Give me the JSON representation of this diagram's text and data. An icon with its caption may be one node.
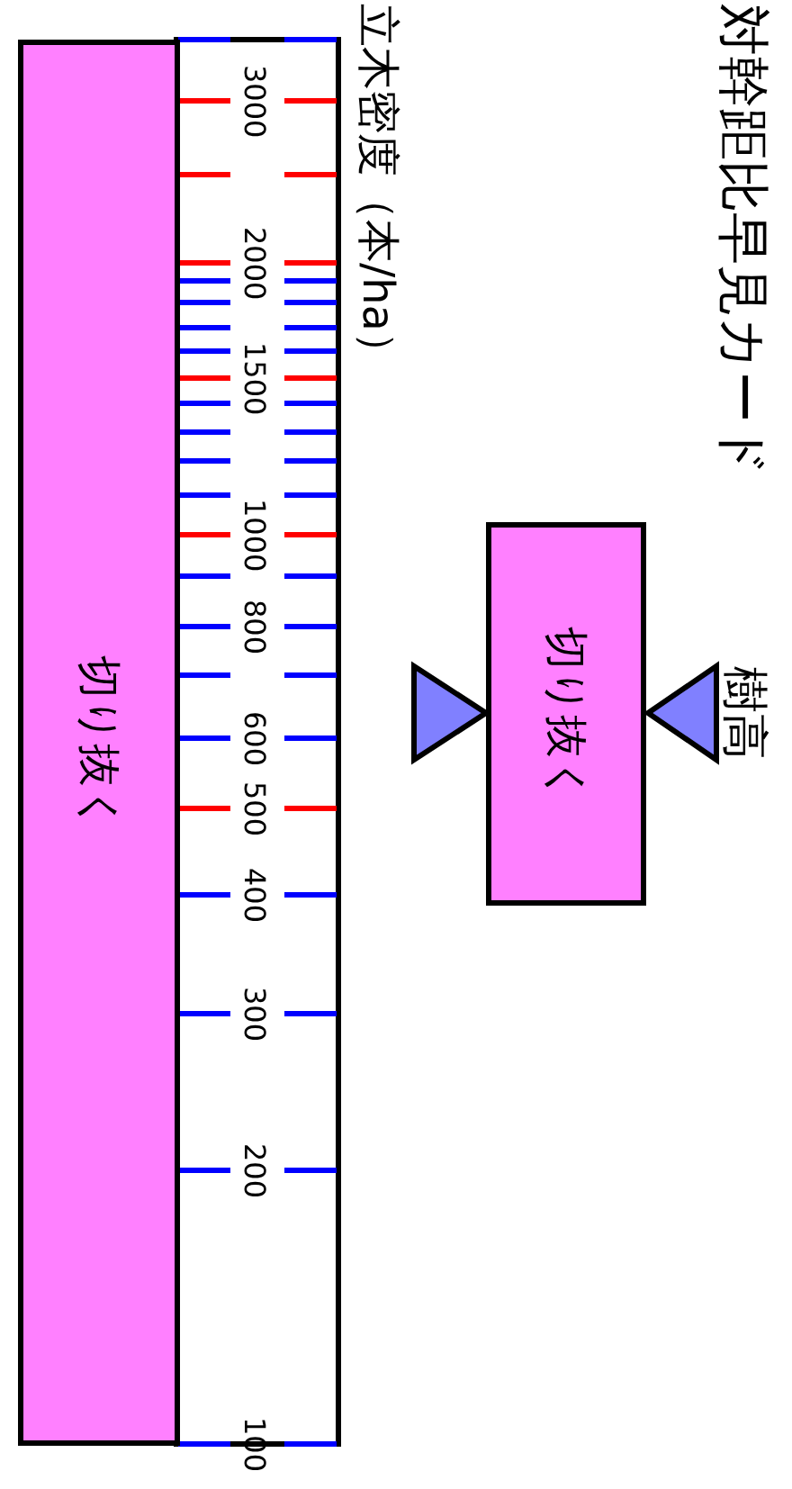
{
  "diagram": {
    "title": "対幹距比早見カード",
    "nodes": [
      {
        "text": [
          "切り抜く"
        ]
      },
      {
        "text": [
          "切り抜く"
        ]
      }
    ],
    "edges": [],
    "labels": [
      "立木密度（本/ha）",
      "樹高",
      "3000",
      "2000",
      "1500",
      "1000",
      "800",
      "600",
      "500",
      "400",
      "300",
      "200",
      "100"
    ]
  }
}
